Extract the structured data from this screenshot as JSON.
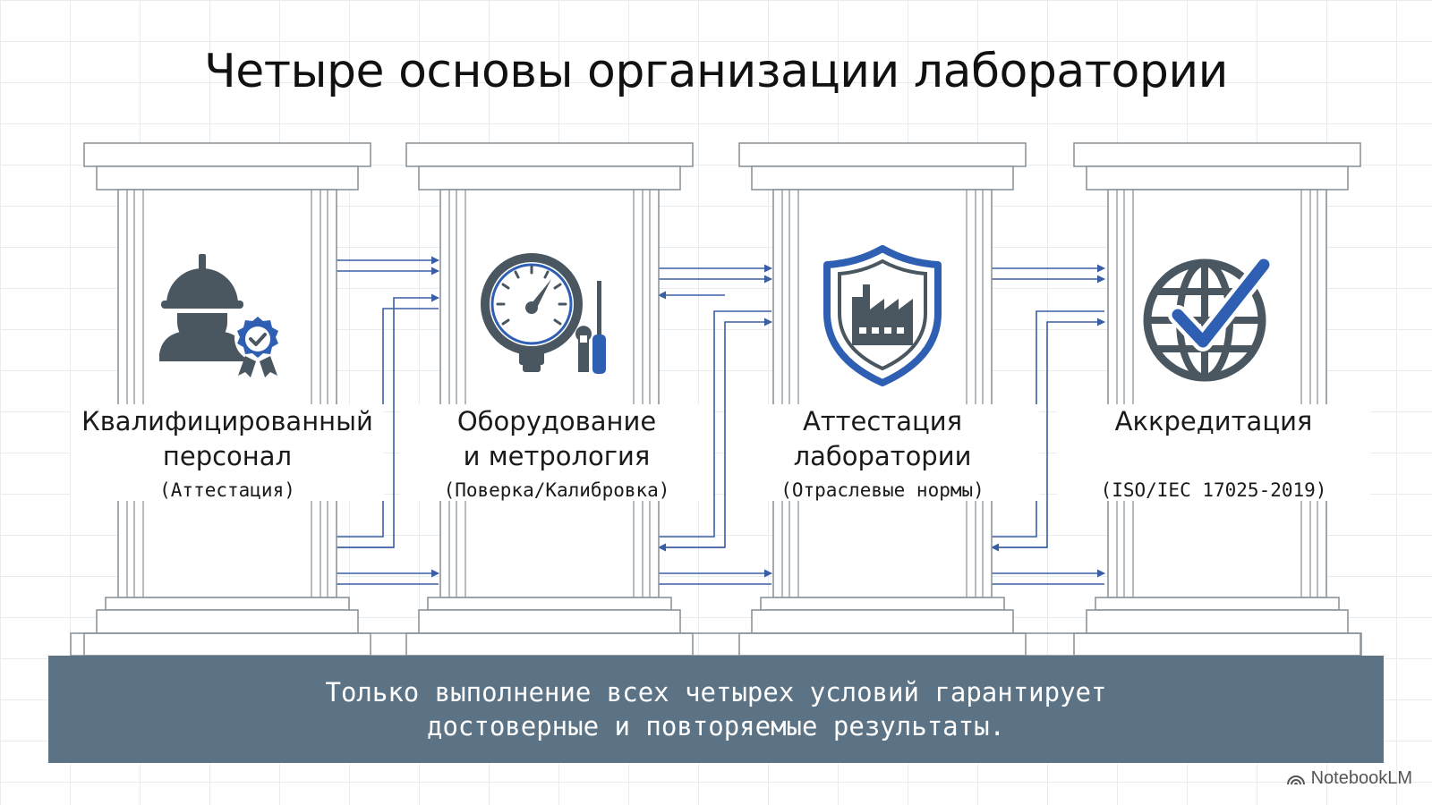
{
  "title": "Четыре основы организации лаборатории",
  "pillars": [
    {
      "icon": "worker-certified-icon",
      "name": "Квалифицированный\nперсонал",
      "sub": "(Аттестация)"
    },
    {
      "icon": "pressure-gauge-tools-icon",
      "name": "Оборудование\nи метрология",
      "sub": "(Поверка/Калибровка)"
    },
    {
      "icon": "shield-factory-icon",
      "name": "Аттестация\nлаборатории",
      "sub": "(Отраслевые нормы)"
    },
    {
      "icon": "globe-check-icon",
      "name": "Аккредитация",
      "sub": "(ISO/IEC 17025-2019)"
    }
  ],
  "footer": {
    "text": "Только выполнение всех четырех условий гарантирует\nдостоверные и повторяемые результаты."
  },
  "watermark": {
    "text": "NotebookLM"
  },
  "colors": {
    "icon_dark": "#4a5761",
    "icon_accent": "#2f5fb3",
    "arrow": "#3a5ea6",
    "pillar_line": "#8c959c",
    "footer_bg": "#5b7384"
  }
}
